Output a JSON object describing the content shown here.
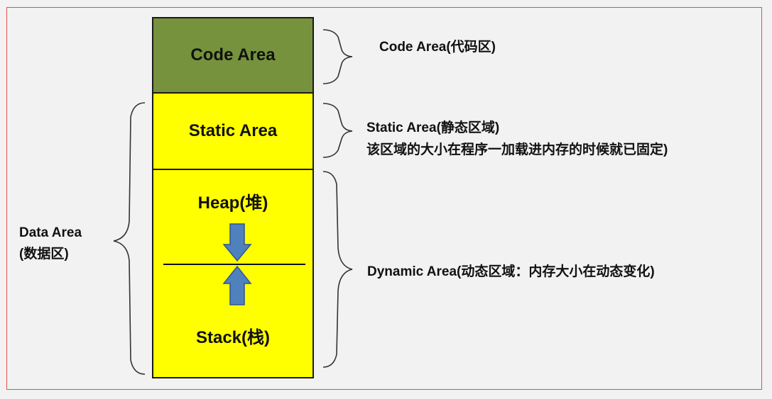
{
  "blocks": {
    "code": "Code Area",
    "static": "Static Area",
    "heap": "Heap(堆)",
    "stack": "Stack(栈)"
  },
  "annotations": {
    "code": "Code Area(代码区)",
    "static_title": "Static Area(静态区域)",
    "static_desc": "该区域的大小在程序一加载进内存的时候就已固定)",
    "dynamic": "Dynamic Area(动态区域：内存大小在动态变化)",
    "data_line1": "Data Area",
    "data_line2": "(数据区)"
  },
  "colors": {
    "code_area": "#76923c",
    "yellow": "#ffff00",
    "arrow": "#4f81bd",
    "frame": "#e05050"
  }
}
